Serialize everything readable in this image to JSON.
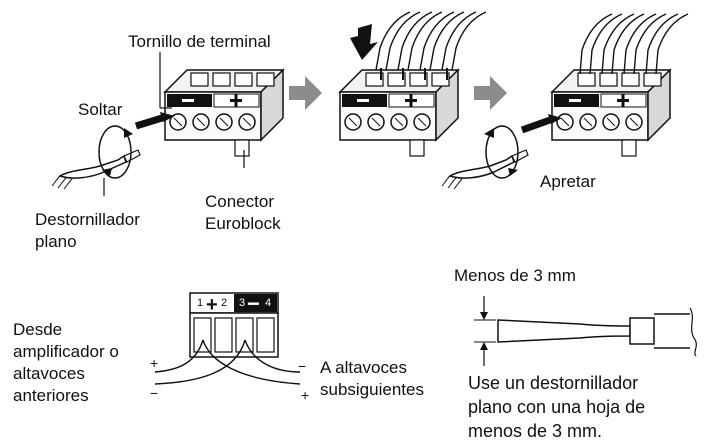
{
  "labels": {
    "terminal_screw": "Tornillo de terminal",
    "loosen": "Soltar",
    "flat_screwdriver_line1": "Destornillador",
    "flat_screwdriver_line2": "plano",
    "connector_line1": "Conector",
    "connector_line2": "Euroblock",
    "tighten": "Apretar",
    "less_than": "Menos de 3 mm",
    "from_line1": "Desde",
    "from_line2": "amplificador o",
    "from_line3": "altavoces",
    "from_line4": "anteriores",
    "to_line1": "A altavoces",
    "to_line2": "subsiguientes",
    "advice_line1": "Use un destornillador",
    "advice_line2": "plano con una hoja de",
    "advice_line3": "menos de 3 mm."
  },
  "terminal_block": {
    "pin_1": "1",
    "pin_2": "2",
    "pin_3": "3",
    "pin_4": "4",
    "plus_sign": "+",
    "minus_sign": "−"
  },
  "polarity": {
    "in_plus": "+",
    "in_minus": "−",
    "out_plus": "+",
    "out_minus": "−"
  },
  "colors": {
    "arrow_gray": "#8c8c8c",
    "line": "#111111",
    "background": "#ffffff"
  }
}
